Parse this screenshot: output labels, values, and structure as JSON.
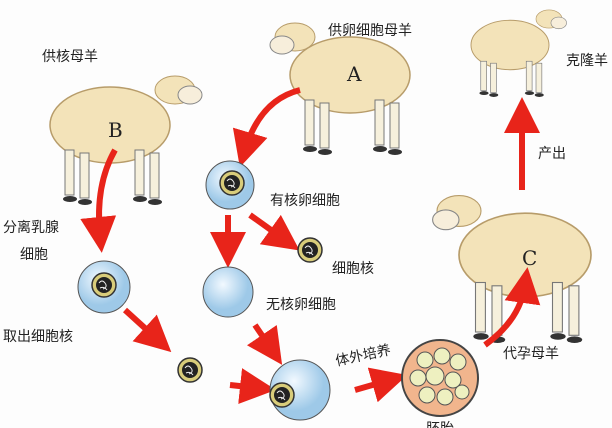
{
  "labels": {
    "donor_egg_sheep": "供卵细胞母羊",
    "sheep_a": "A",
    "donor_nucleus_sheep": "供核母羊",
    "sheep_b": "B",
    "cloned_sheep": "克隆羊",
    "birth": "产出",
    "nucleated_egg": "有核卵细胞",
    "nucleus": "细胞核",
    "enucleated_egg": "无核卵细胞",
    "separate_mammary_line1": "分离乳腺",
    "separate_mammary_line2": "细胞",
    "extract_nucleus": "取出细胞核",
    "in_vitro_culture": "体外培养",
    "sheep_c": "C",
    "surrogate_sheep": "代孕母羊",
    "embryo": "胚胎"
  },
  "colors": {
    "arrow": "#e8241a",
    "wool": "#f2e2b8",
    "egg": "#cfe6f5"
  }
}
